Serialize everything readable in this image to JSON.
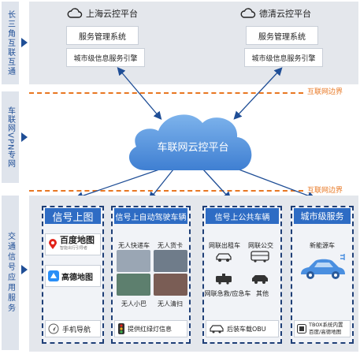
{
  "layers": {
    "top": "长三角互联互通",
    "middle": "车联网VPN专网",
    "bottom": "交通信号应用服务"
  },
  "platforms": [
    {
      "name": "上海云控平台",
      "system": "服务管理系统",
      "engine": "城市级信息服务引擎"
    },
    {
      "name": "德清云控平台",
      "system": "服务管理系统",
      "engine": "城市级信息服务引擎"
    }
  ],
  "boundary_label": "互联网边界",
  "cloud_label": "车联网云控平台",
  "columns": [
    {
      "title": "信号上图",
      "items": [
        {
          "name": "百度地图",
          "sub": "智能出行引导者"
        },
        {
          "name": "高德地图"
        }
      ],
      "footer": "手机导航"
    },
    {
      "title": "信号上自动驾驶车辆",
      "vehicles": [
        "无人快递车",
        "无人货卡",
        "无人小巴",
        "无人清扫"
      ],
      "footer": "提供红绿灯信息"
    },
    {
      "title": "信号上公共车辆",
      "vehicles": [
        "网联出租车",
        "网联公交",
        "网联急救/应急车",
        "其他"
      ],
      "footer": "后装车载OBU"
    },
    {
      "title": "城市级服务",
      "items": [
        {
          "name": "新能源车"
        }
      ],
      "footer_line1": "TBOX系统内置",
      "footer_line2": "百度/高德地图"
    }
  ],
  "colors": {
    "accent": "#1f4e96",
    "header": "#2e6cc4",
    "boundary": "#e87722",
    "band": "#e4e7ec"
  }
}
